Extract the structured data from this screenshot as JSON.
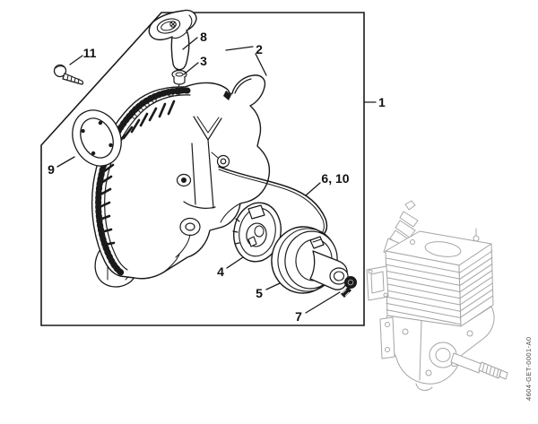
{
  "diagram": {
    "doc_number": "4604-GET-0001-A0",
    "callouts": [
      "1",
      "2",
      "3",
      "4",
      "5",
      "6, 10",
      "7",
      "8",
      "9",
      "11"
    ],
    "colors": {
      "line": "#1a1a1a",
      "engine_line": "#a5a5a5",
      "background": "#ffffff"
    }
  }
}
